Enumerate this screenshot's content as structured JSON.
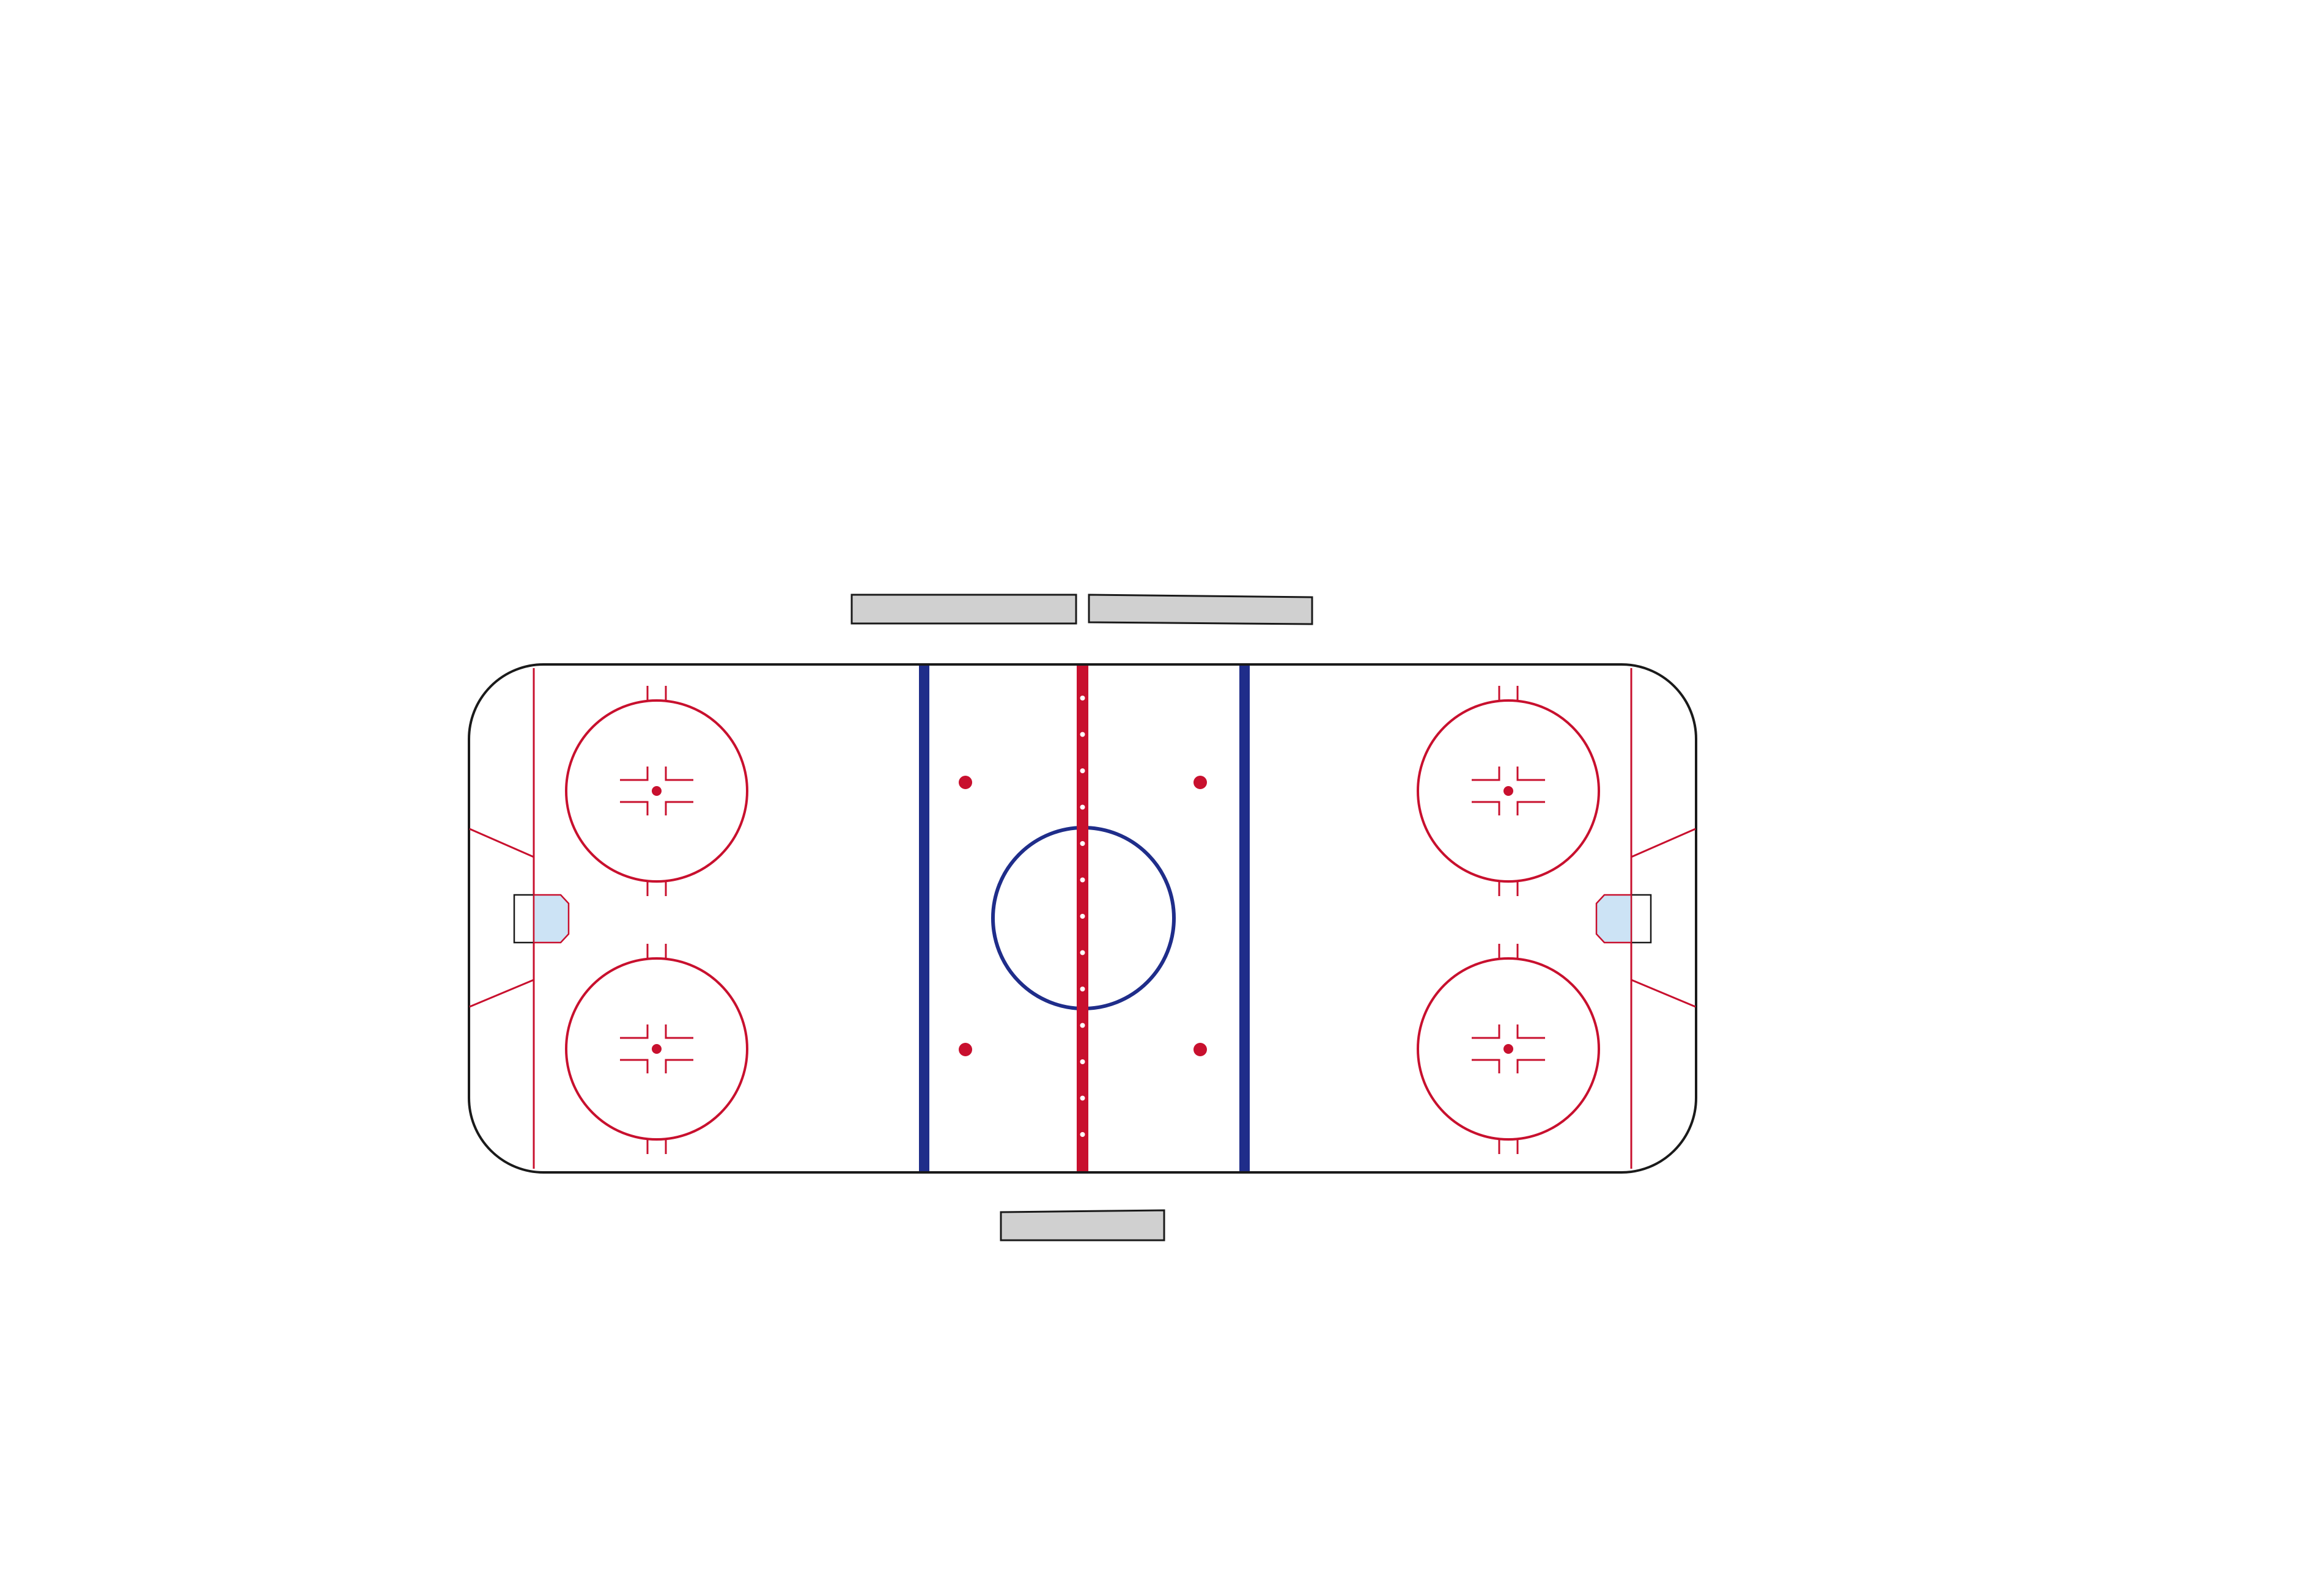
{
  "rink": {
    "colors": {
      "red_line": "#c8102e",
      "blue_line": "#1f2d8a",
      "boards": "#1a1a1a",
      "crease": "#cce3f5",
      "bench": "#d0d0d0",
      "ice": "#ffffff"
    },
    "benches": [
      "home-bench",
      "visitor-bench",
      "penalty-box"
    ],
    "faceoff_circles": [
      "left-upper",
      "left-lower",
      "right-upper",
      "right-lower"
    ],
    "neutral_zone_dots": [
      "left-upper",
      "left-lower",
      "right-upper",
      "right-lower"
    ],
    "goals": [
      "left-goal",
      "right-goal"
    ]
  }
}
